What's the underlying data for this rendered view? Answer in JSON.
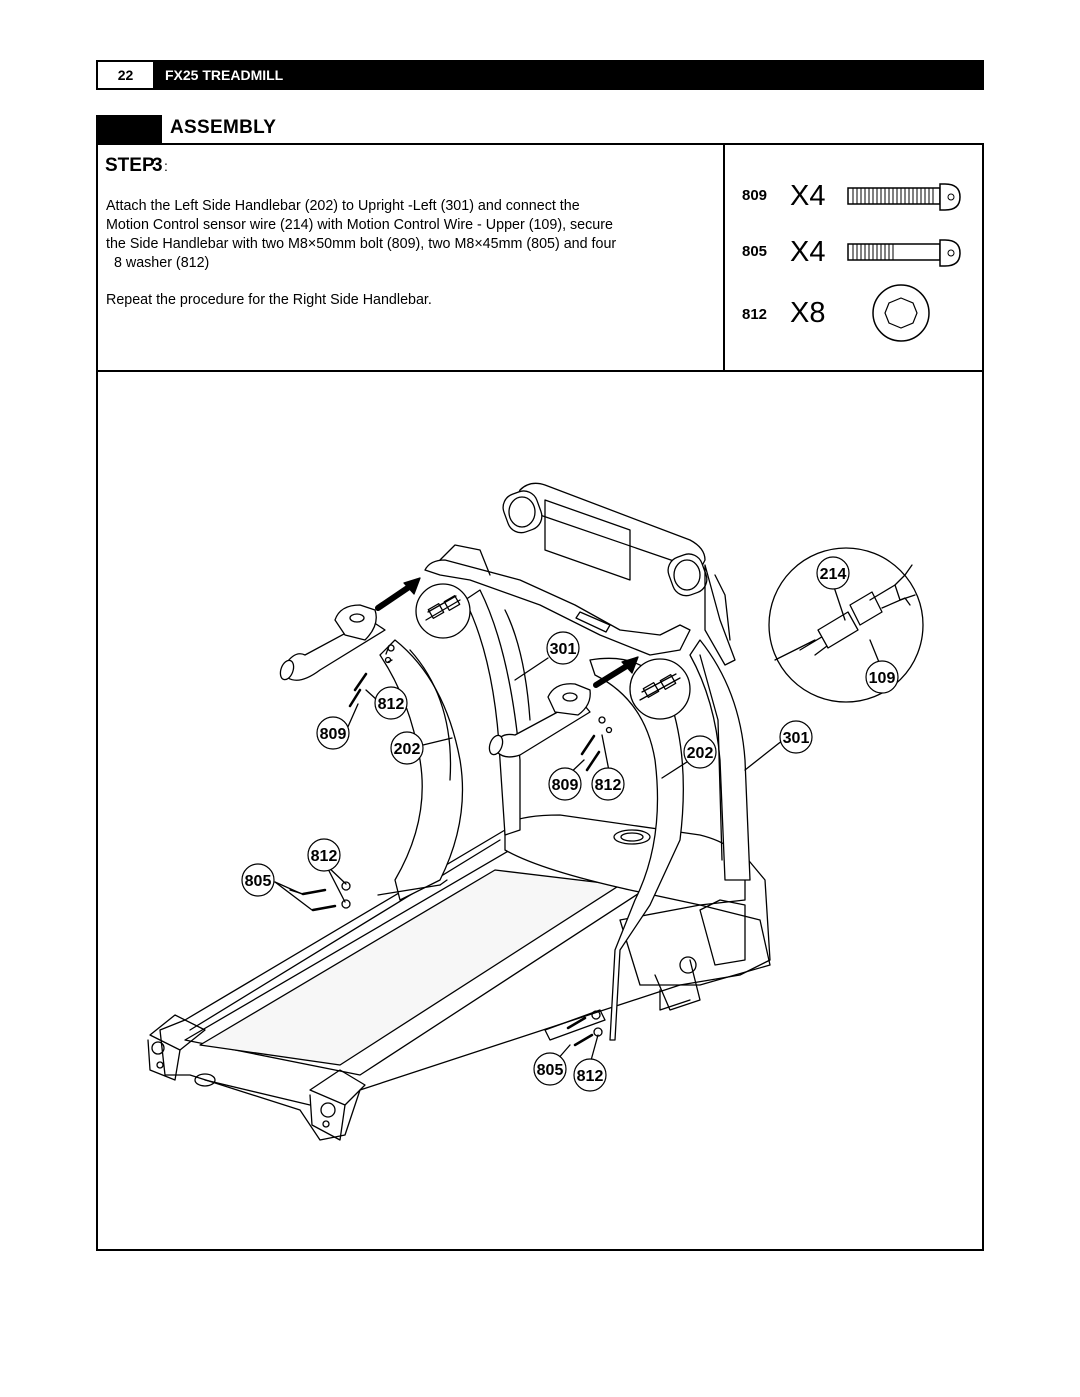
{
  "header": {
    "page_number": "22",
    "title": "FX25 TREADMILL"
  },
  "section": {
    "title": "ASSEMBLY"
  },
  "step": {
    "label": "STEP",
    "number": "3",
    "colon": ":",
    "lines": [
      "Attach the Left Side Handlebar (202) to Upright -Left  (301) and connect the",
      "Motion Control sensor wire  (214) with Motion Control Wire - Upper (109), secure",
      "the Side Handlebar with two M8×50mm bolt (809), two M8×45mm (805) and four",
      "  8 washer (812)"
    ],
    "repeat": "Repeat the procedure for the Right Side Handlebar."
  },
  "hardware": [
    {
      "code": "809",
      "qty": "X4",
      "icon": "long-bolt-icon"
    },
    {
      "code": "805",
      "qty": "X4",
      "icon": "short-bolt-icon"
    },
    {
      "code": "812",
      "qty": "X8",
      "icon": "washer-icon"
    }
  ],
  "callouts": {
    "c301a": "301",
    "c812a": "812",
    "c809a": "809",
    "c202a": "202",
    "c809b": "809",
    "c812b": "812",
    "c202b": "202",
    "c812c": "812",
    "c805a": "805",
    "c805b": "805",
    "c812d": "812",
    "c214": "214",
    "c109": "109",
    "c301b": "301"
  }
}
